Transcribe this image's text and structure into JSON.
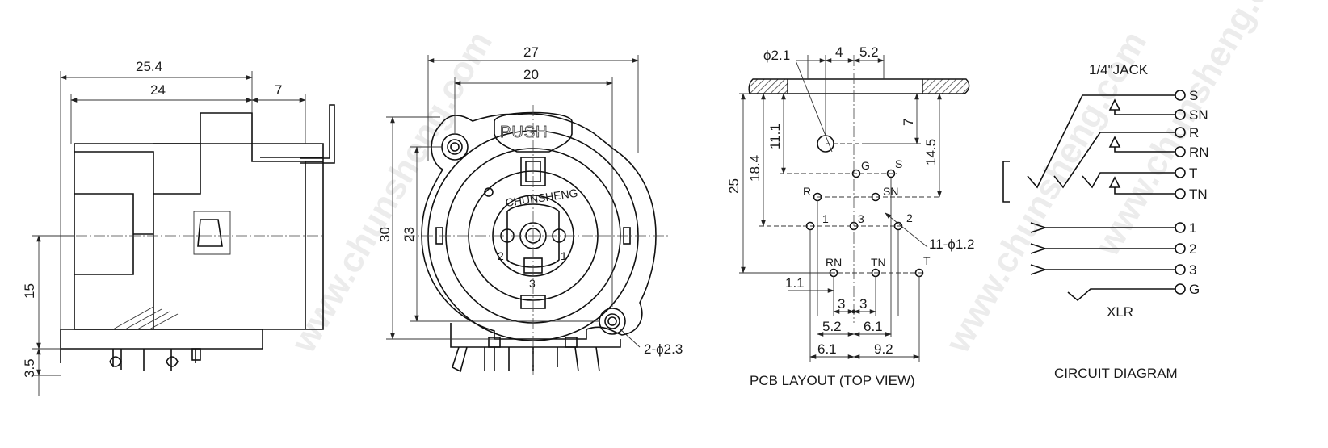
{
  "side_view": {
    "dims": [
      "25.4",
      "24",
      "7",
      "15",
      "3.5"
    ]
  },
  "front_view": {
    "dims": [
      "27",
      "20",
      "30",
      "23",
      "2-ϕ2.3"
    ],
    "push_label": "PUSH",
    "brand": "CHUNSHENG",
    "pins": [
      "1",
      "2",
      "3"
    ]
  },
  "pcb_layout": {
    "caption": "PCB LAYOUT (TOP VIEW)",
    "top_dims": [
      "ϕ2.1",
      "4",
      "5.2"
    ],
    "vertical_dims": [
      "25",
      "18.4",
      "11.1",
      "7",
      "14.5"
    ],
    "bottom_dims": [
      "1.1",
      "3",
      "3",
      "5.2",
      "6.1",
      "6.1",
      "9.2"
    ],
    "hole_callout": "11-ϕ1.2",
    "pins": [
      "G",
      "S",
      "R",
      "SN",
      "1",
      "3",
      "2",
      "RN",
      "TN",
      "T"
    ]
  },
  "circuit": {
    "title_jack": "1/4\"JACK",
    "title_xlr": "XLR",
    "caption": "CIRCUIT DIAGRAM",
    "terminals": [
      "S",
      "SN",
      "R",
      "RN",
      "T",
      "TN",
      "1",
      "2",
      "3",
      "G"
    ]
  },
  "watermark": "www.chunsheng.com"
}
